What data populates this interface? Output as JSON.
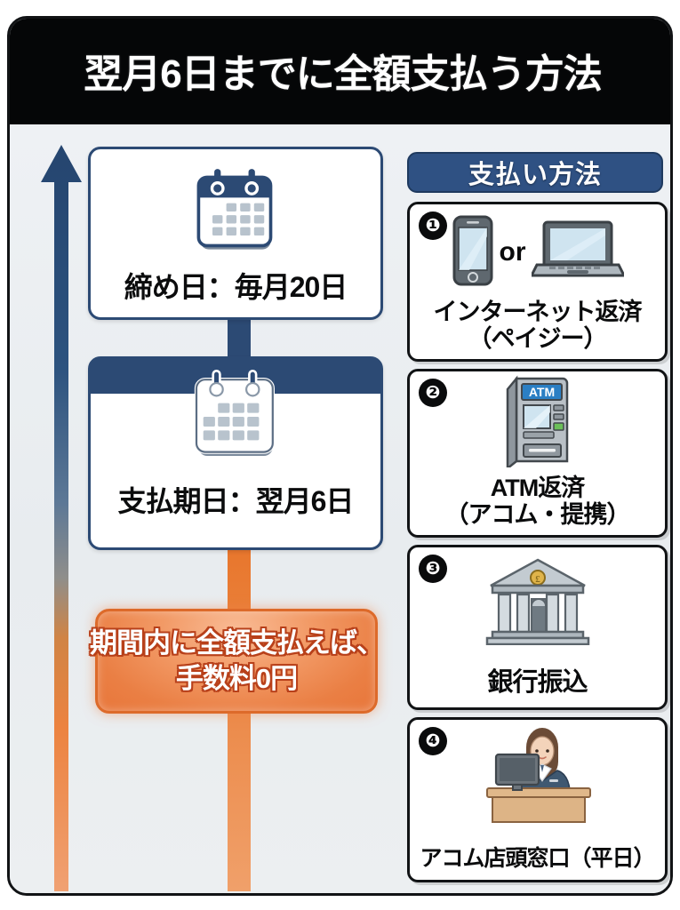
{
  "header": {
    "title": "翌月6日までに全額支払う方法"
  },
  "timeline": {
    "arrow_icon": "upward-arrow-icon",
    "cards": [
      {
        "id": "closing-date",
        "icon": "calendar-icon",
        "label": "締め日：毎月20日"
      },
      {
        "id": "due-date",
        "icon": "calendar-icon",
        "label": "支払期日：翌月6日"
      }
    ],
    "callout": {
      "line1": "期間内に全額支払えば、",
      "line2": "手数料0円"
    }
  },
  "payment": {
    "header_label": "支払い方法",
    "methods": [
      {
        "number": "❶",
        "icons": [
          "smartphone-icon",
          "laptop-icon"
        ],
        "or_label": "or",
        "label_line1": "インターネット返済",
        "label_line2": "（ペイジー）"
      },
      {
        "number": "❷",
        "icons": [
          "atm-icon"
        ],
        "atm_screen_label": "ATM",
        "label_line1": "ATM返済",
        "label_line2": "（アコム・提携）"
      },
      {
        "number": "❸",
        "icons": [
          "bank-building-icon"
        ],
        "label_line1": "銀行振込",
        "label_line2": ""
      },
      {
        "number": "❹",
        "icons": [
          "counter-staff-icon"
        ],
        "label_line1": "アコム店頭窓口（平日）",
        "label_line2": ""
      }
    ]
  },
  "colors": {
    "title_bar": "#050607",
    "navy": "#2c4a74",
    "navy_header": "#2f5183",
    "orange": "#e8763a",
    "orange_border": "#dd6a2a",
    "page_bg": "#eceff1",
    "card_bg": "#ffffff",
    "outline": "#111315"
  }
}
